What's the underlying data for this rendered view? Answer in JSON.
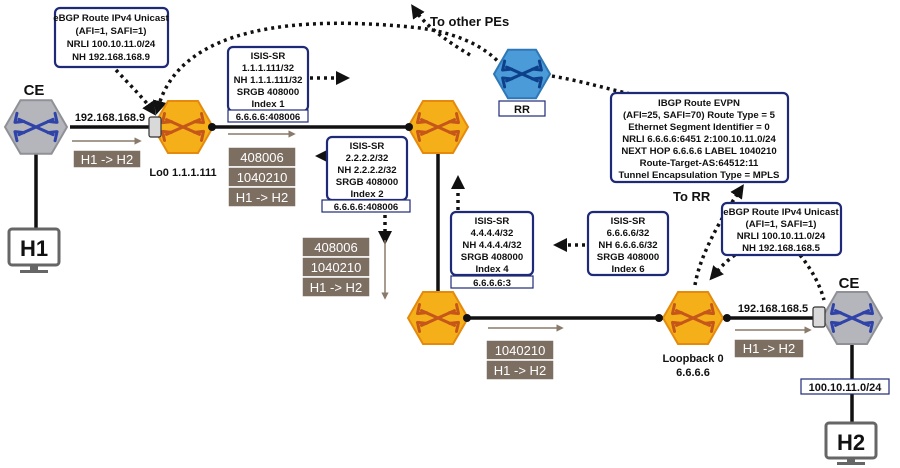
{
  "ce_left": {
    "label": "CE",
    "ip": "192.168.168.9"
  },
  "ce_right": {
    "label": "CE",
    "ip": "192.168.168.5"
  },
  "host_left": "H1",
  "host_right": "H2",
  "lo0_label": "Lo0 1.1.1.111",
  "loopback_label": [
    "Loopback 0",
    "6.6.6.6"
  ],
  "rr_label": "RR",
  "to_other_pes": "To other PEs",
  "to_rr": "To RR",
  "ebgp_left": [
    "eBGP Route IPv4 Unicast",
    "(AFI=1, SAFI=1)",
    "NRLI 100.10.11.0/24",
    "NH 192.168.168.9"
  ],
  "ebgp_right": [
    "eBGP Route IPv4 Unicast",
    "(AFI=1, SAFI=1)",
    "NRLI 100.10.11.0/24",
    "NH 192.168.168.5"
  ],
  "ibgp_evpn": [
    "IBGP Route EVPN",
    "(AFI=25, SAFI=70) Route Type = 5",
    "Ethernet Segment Identifier = 0",
    "NRLI 6.6.6.6:6451  2:100.10.11.0/24",
    "NEXT HOP 6.6.6.6  LABEL 1040210",
    "Route-Target-AS:64512:11",
    "Tunnel Encapsulation Type = MPLS"
  ],
  "isis_1": {
    "lines": [
      "ISIS-SR",
      "1.1.1.111/32",
      "NH 1.1.1.111/32",
      "SRGB 408000",
      "Index 1"
    ],
    "sid": "6.6.6.6:408006"
  },
  "isis_2": {
    "lines": [
      "ISIS-SR",
      "2.2.2.2/32",
      "NH 2.2.2.2/32",
      "SRGB 408000",
      "Index 2"
    ],
    "sid": "6.6.6.6:408006"
  },
  "isis_4": {
    "lines": [
      "ISIS-SR",
      "4.4.4.4/32",
      "NH 4.4.4.4/32",
      "SRGB 408000",
      "Index 4"
    ],
    "sid": "6.6.6.6:3"
  },
  "isis_6": {
    "lines": [
      "ISIS-SR",
      "6.6.6.6/32",
      "NH 6.6.6.6/32",
      "SRGB 408000",
      "Index 6"
    ]
  },
  "stack_ce_left": [
    "H1 -> H2"
  ],
  "stack_top": [
    "408006",
    "1040210",
    "H1 -> H2"
  ],
  "stack_mid": [
    "408006",
    "1040210",
    "H1 -> H2"
  ],
  "stack_bottom": [
    "1040210",
    "H1 -> H2"
  ],
  "stack_ce_right": [
    "H1 -> H2"
  ],
  "prefix_right": "100.10.11.0/24",
  "colors": {
    "router_fill": "#f5b019",
    "router_edge": "#e58a0c",
    "router_arrow": "#c5571a",
    "ce_fill": "#b4b6bb",
    "ce_arrow": "#3043a8",
    "rr_fill": "#4b9bd8",
    "rr_arrow": "#0d3f8a",
    "box_border": "#1e2a78",
    "stack": "#7d6e62"
  }
}
